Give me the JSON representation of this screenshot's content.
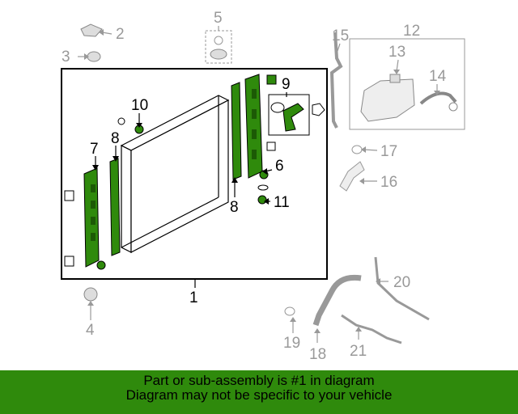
{
  "diagram": {
    "callouts": [
      "1",
      "2",
      "3",
      "4",
      "5",
      "6",
      "7",
      "8",
      "8",
      "9",
      "10",
      "11",
      "12",
      "13",
      "14",
      "15",
      "16",
      "17",
      "18",
      "19",
      "20",
      "21"
    ],
    "colors": {
      "highlight": "#2f8a0c",
      "muted_part": "#9a9a9a",
      "outline": "#000000"
    }
  },
  "footer": {
    "line1": "Part or sub-assembly is #1 in diagram",
    "line2": "Diagram may not be specific to your vehicle",
    "background": "#2f8a0c"
  }
}
